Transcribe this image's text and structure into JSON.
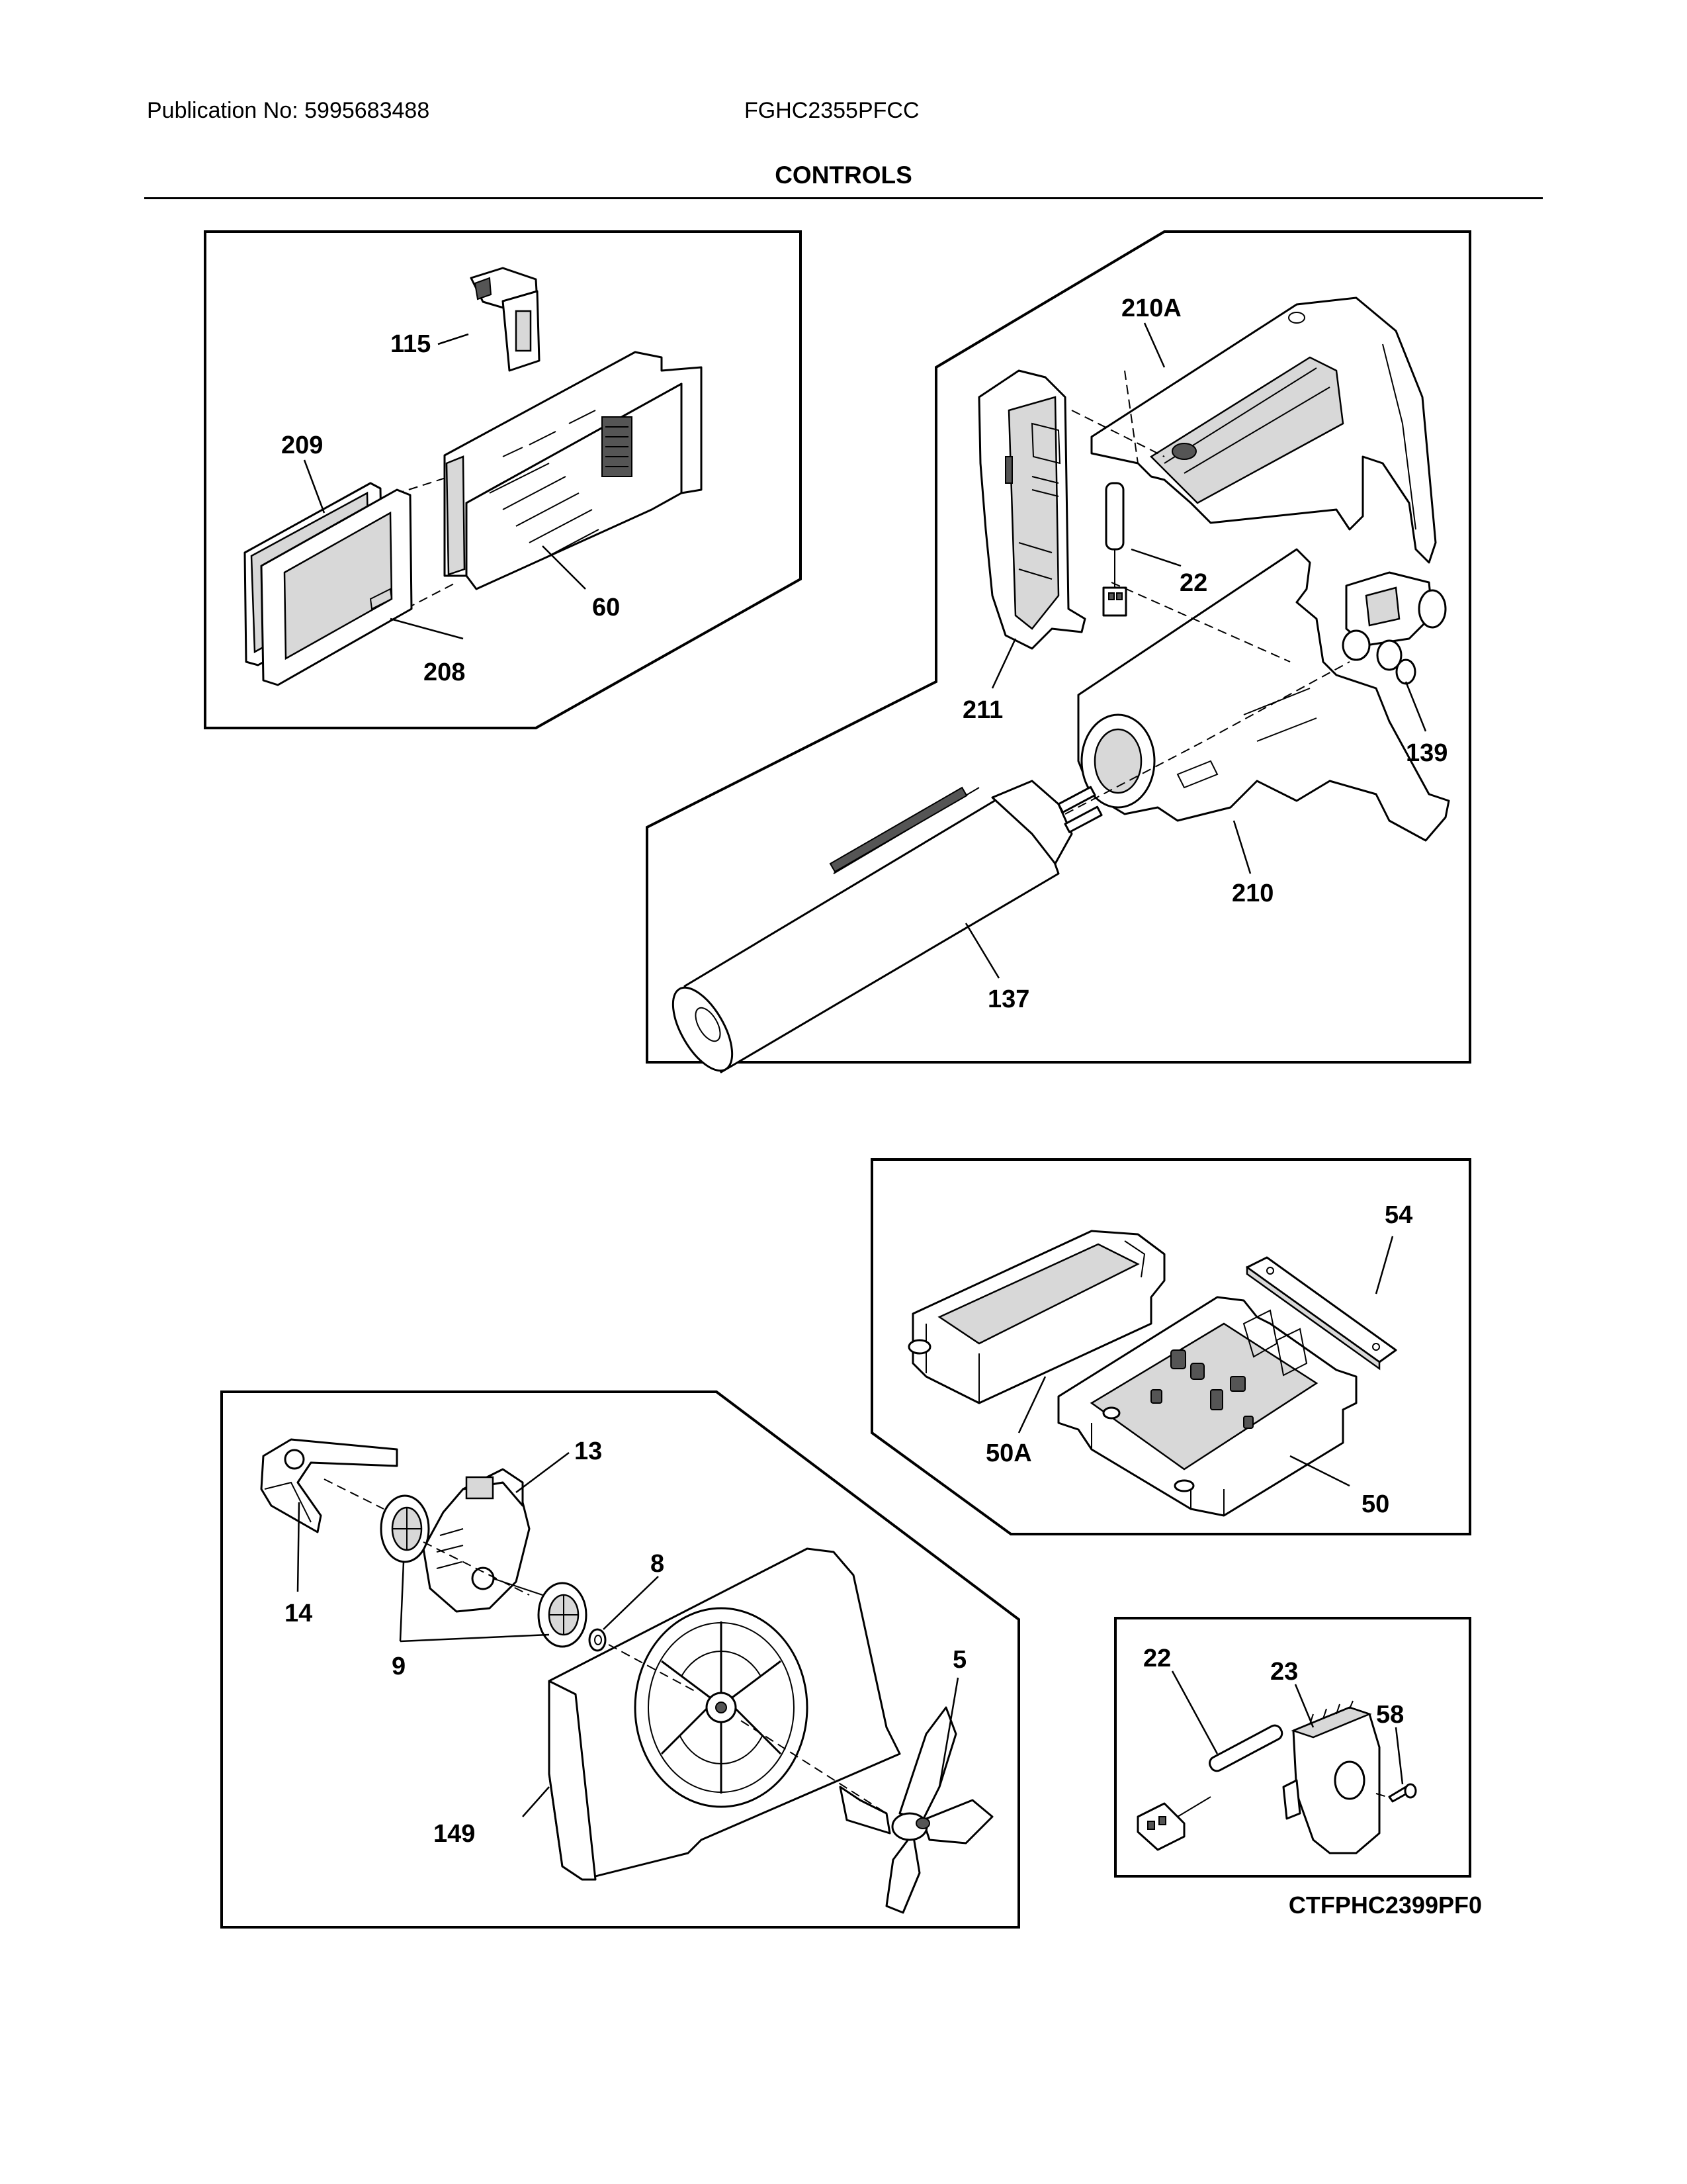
{
  "header": {
    "publication": "Publication No: 5995683488",
    "model": "FGHC2355PFCC",
    "section_title": "CONTROLS"
  },
  "footer": {
    "diagram_code": "CTFPHC2399PF0"
  },
  "callouts": {
    "p115": "115",
    "p209": "209",
    "p60": "60",
    "p208": "208",
    "p210A": "210A",
    "p22a": "22",
    "p211": "211",
    "p139": "139",
    "p210": "210",
    "p137": "137",
    "p54": "54",
    "p50A": "50A",
    "p50": "50",
    "p13": "13",
    "p8": "8",
    "p14": "14",
    "p9": "9",
    "p5": "5",
    "p149": "149",
    "p22b": "22",
    "p23": "23",
    "p58": "58"
  }
}
